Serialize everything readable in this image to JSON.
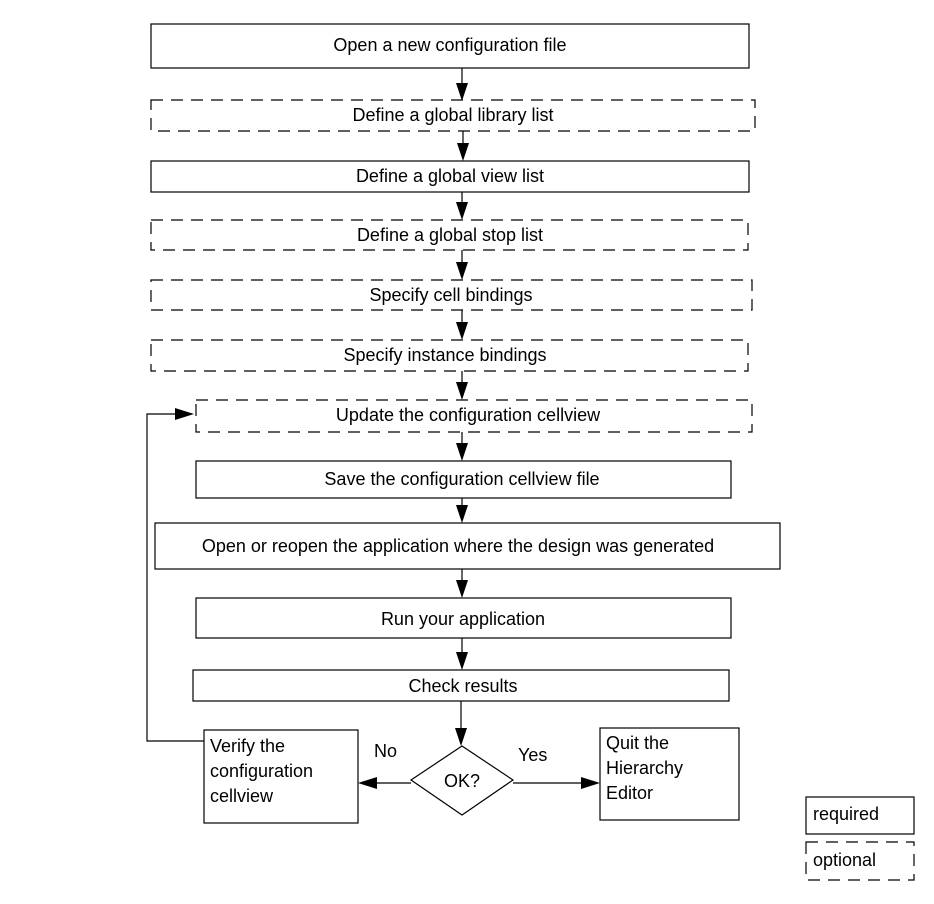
{
  "steps": {
    "open_config": "Open a new configuration file",
    "define_library_list": "Define a global library list",
    "define_view_list": "Define a global view list",
    "define_stop_list": "Define a global stop list",
    "specify_cell_bindings": "Specify cell bindings",
    "specify_instance_bindings": "Specify instance bindings",
    "update_cellview": "Update the configuration cellview",
    "save_cellview": "Save the configuration cellview file",
    "open_application": "Open or reopen the application where the design was generated",
    "run_application": "Run your application",
    "check_results": "Check results"
  },
  "decision": {
    "label": "OK?",
    "no_label": "No",
    "yes_label": "Yes"
  },
  "verify": {
    "line1": "Verify the",
    "line2": "configuration",
    "line3": "cellview"
  },
  "quit": {
    "line1": "Quit the",
    "line2": "Hierarchy",
    "line3": "Editor"
  },
  "legend": {
    "required": "required",
    "optional": "optional"
  },
  "colors": {
    "stroke": "#000000",
    "background": "#ffffff"
  }
}
